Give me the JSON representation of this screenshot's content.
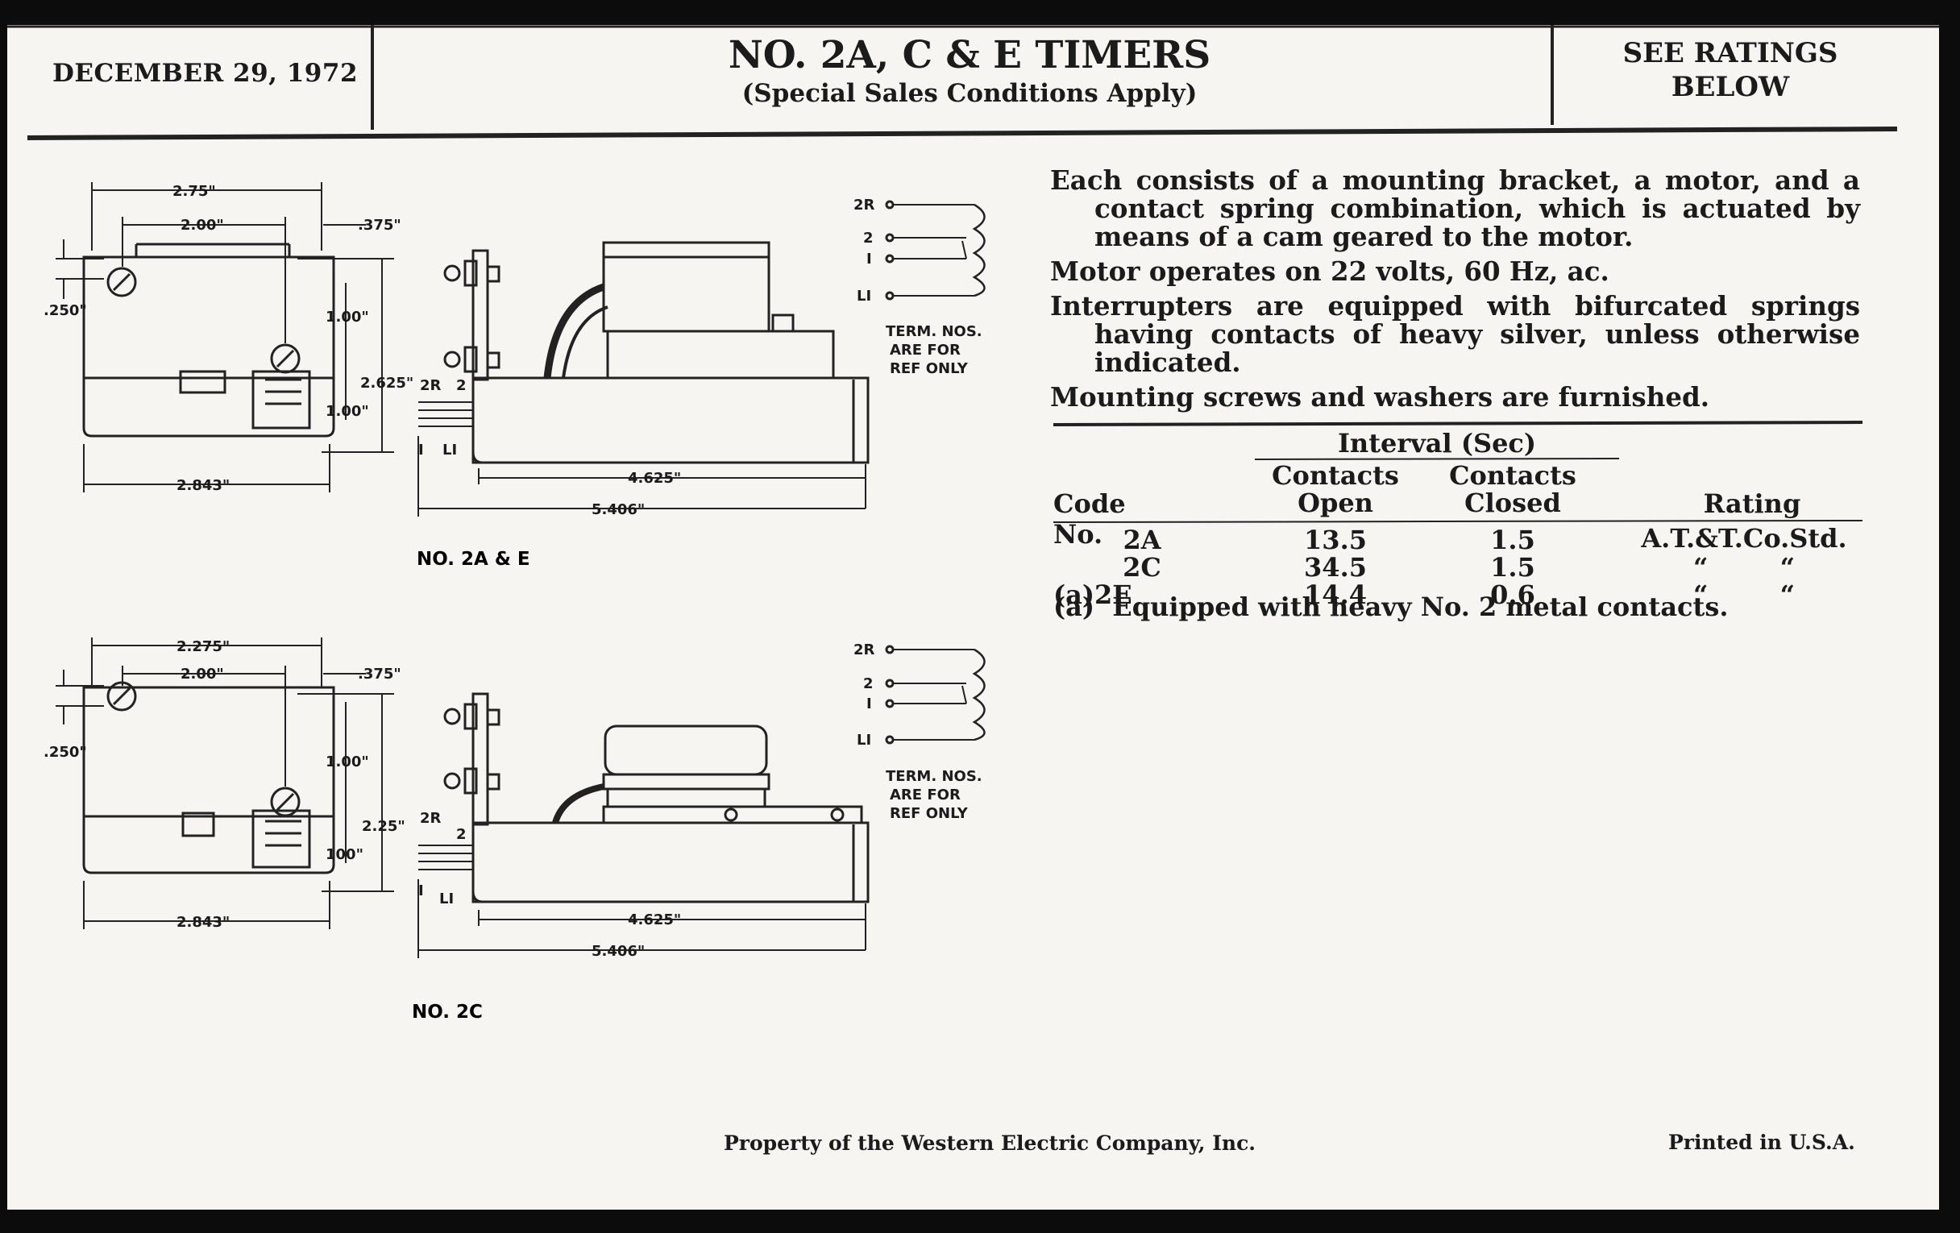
{
  "header": {
    "date": "DECEMBER 29, 1972",
    "title": "NO. 2A, C & E TIMERS",
    "subtitle": "(Special Sales Conditions Apply)",
    "ratings_line1": "SEE RATINGS",
    "ratings_line2": "BELOW"
  },
  "description": {
    "p1": "Each consists of a mounting bracket, a motor, and a contact spring combination, which is actuated by means of a cam geared to the motor.",
    "p2": "Motor operates on 22 volts, 60 Hz, ac.",
    "p3": "Interrupters are equipped with bifurcated springs having contacts of heavy silver, unless otherwise indicated.",
    "p4": "Mounting screws and washers are furnished."
  },
  "table": {
    "interval_header": "Interval (Sec)",
    "col_code": "Code No.",
    "col_open_1": "Contacts",
    "col_open_2": "Open",
    "col_closed_1": "Contacts",
    "col_closed_2": "Closed",
    "col_rating": "Rating",
    "rows": [
      {
        "code": "2A",
        "open": "13.5",
        "closed": "1.5",
        "rating": "A.T.&T.Co.Std."
      },
      {
        "code": "2C",
        "open": "34.5",
        "closed": "1.5",
        "rating": "“        “"
      },
      {
        "code": "(a)2E",
        "open": "14.4",
        "closed": "0.6",
        "rating": "“        “"
      }
    ],
    "note": "(a)  Equipped with heavy No. 2 metal contacts."
  },
  "drawings": {
    "top": {
      "caption": "NO. 2A & E",
      "dims": {
        "width_top": "2.75\"",
        "inner": "2.00\"",
        "offset": ".375\"",
        "left_gap": ".250\"",
        "v1": "1.00\"",
        "v2": "1.00\"",
        "height": "2.625\"",
        "base": "2.843\"",
        "side1": "4.625\"",
        "side2": "5.406\""
      }
    },
    "bottom": {
      "caption": "NO. 2C",
      "dims": {
        "width_top": "2.275\"",
        "inner": "2.00\"",
        "offset": ".375\"",
        "left_gap": ".250\"",
        "v1": "1.00\"",
        "v2": "100\"",
        "height": "2.25\"",
        "base": "2.843\"",
        "side1": "4.625\"",
        "side2": "5.406\""
      }
    },
    "terminals": {
      "t1": "2R",
      "t2": "2",
      "t3": "I",
      "t4": "LI",
      "lead_2r": "2R",
      "lead_2": "2",
      "lead_1": "I",
      "lead_l1": "LI"
    },
    "term_note_1": "TERM. NOS.",
    "term_note_2": "ARE FOR",
    "term_note_3": "REF ONLY"
  },
  "footer": {
    "property": "Property of the Western Electric Company, Inc.",
    "printed": "Printed in U.S.A."
  }
}
